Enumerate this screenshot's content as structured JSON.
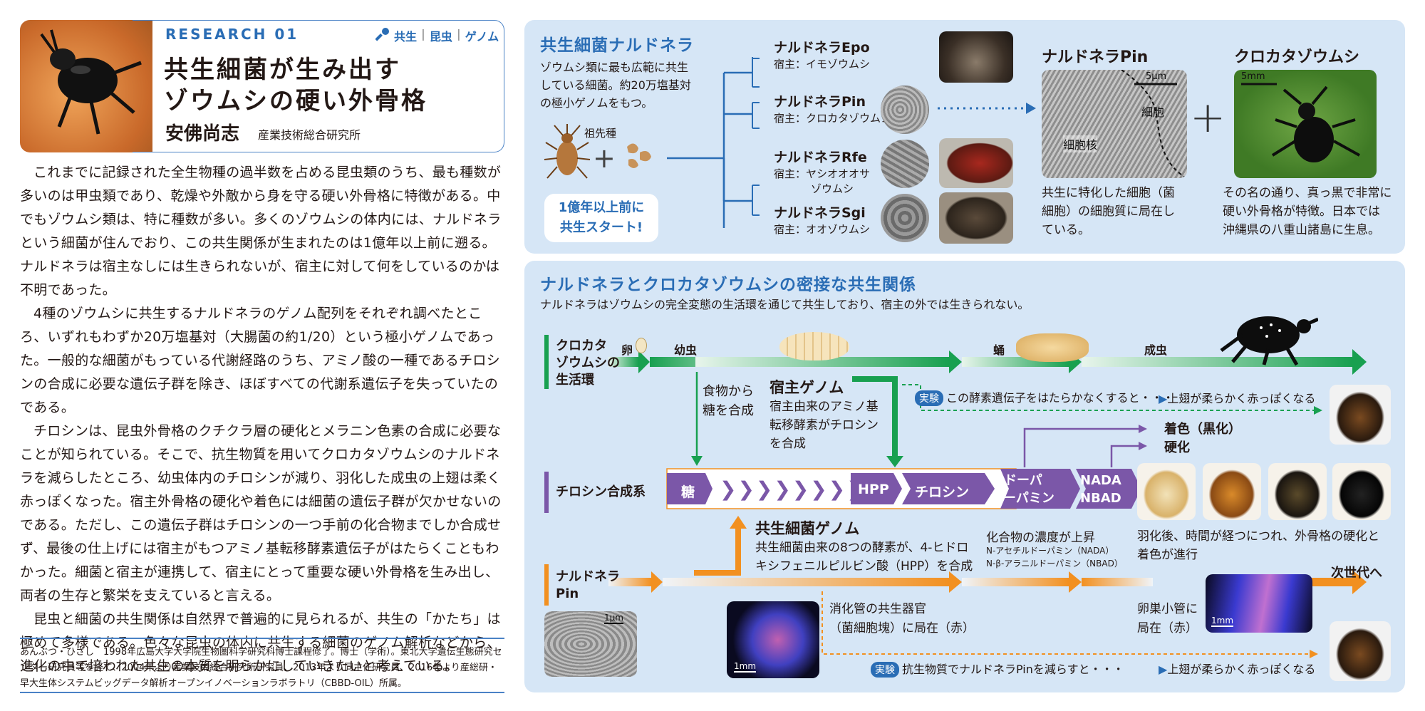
{
  "header": {
    "research_no": "RESEARCH 01",
    "tags": [
      "共生",
      "昆虫",
      "ゲノム"
    ],
    "title_line1": "共生細菌が生み出す",
    "title_line2": "ゾウムシの硬い外骨格",
    "author": "安佛尚志",
    "affiliation": "産業技術総合研究所"
  },
  "body": {
    "p1": "これまでに記録された全生物種の過半数を占める昆虫類のうち、最も種数が多いのは甲虫類であり、乾燥や外敵から身を守る硬い外骨格に特徴がある。中でもゾウムシ類は、特に種数が多い。多くのゾウムシの体内には、ナルドネラという細菌が住んでおり、この共生関係が生まれたのは1億年以上前に遡る。ナルドネラは宿主なしには生きられないが、宿主に対して何をしているのかは不明であった。",
    "p2": "4種のゾウムシに共生するナルドネラのゲノム配列をそれぞれ調べたところ、いずれもわずか20万塩基対（大腸菌の約1/20）という極小ゲノムであった。一般的な細菌がもっている代謝経路のうち、アミノ酸の一種であるチロシンの合成に必要な遺伝子群を除き、ほぼすべての代謝系遺伝子を失っていたのである。",
    "p3": "チロシンは、昆虫外骨格のクチクラ層の硬化とメラニン色素の合成に必要なことが知られている。そこで、抗生物質を用いてクロカタゾウムシのナルドネラを減らしたところ、幼虫体内のチロシンが減り、羽化した成虫の上翅は柔く赤っぽくなった。宿主外骨格の硬化や着色には細菌の遺伝子群が欠かせないのである。ただし、この遺伝子群はチロシンの一つ手前の化合物までしか合成せず、最後の仕上げには宿主がもつアミノ基転移酵素遺伝子がはたらくこともわかった。細菌と宿主が連携して、宿主にとって重要な硬い外骨格を生み出し、両者の生存と繁栄を支えていると言える。",
    "p4": "昆虫と細菌の共生関係は自然界で普遍的に見られるが、共生の「かたち」は極めて多様である。色々な昆虫の体内に共生する細菌のゲノム解析などから、進化の中で培われた共生の本質を明らかにしていきたいと考えている。"
  },
  "bio": "あんぶつ・ひさし　1998年広島大学大学院生物圏科学研究科博士課程修了。博士（学術）。東北大学遺伝生態研究センター研究員等を経て、2004年より産業技術総合研究所研究員、2013年より同主任研究員、2016年より産総研・早大生体システムビッグデータ解析オープンイノベーションラボラトリ（CBBD-OIL）所属。",
  "top_panel": {
    "title": "共生細菌ナルドネラ",
    "desc": [
      "ゾウムシ類に最も広範に共生",
      "している細菌。約20万塩基対",
      "の極小ゲノムをもつ。"
    ],
    "ancestor": "祖先種",
    "start_line1": "1億年以上前に",
    "start_line2": "共生スタート!",
    "species": [
      {
        "name": "ナルドネラEpo",
        "host": "宿主：イモゾウムシ"
      },
      {
        "name": "ナルドネラPin",
        "host": "宿主：クロカタゾウムシ"
      },
      {
        "name": "ナルドネラRfe",
        "host": "宿主：ヤシオオオサ",
        "host2": "ゾウムシ"
      },
      {
        "name": "ナルドネラSgi",
        "host": "宿主：オオゾウムシ"
      }
    ],
    "pin_title": "ナルドネラPin",
    "pin_scale": "5μm",
    "pin_label_cell": "細胞",
    "pin_label_nucleus": "細胞核",
    "pin_desc": [
      "共生に特化した細胞（菌",
      "細胞）の細胞質に局在し",
      "ている。"
    ],
    "kuro_title": "クロカタゾウムシ",
    "kuro_scale": "5mm",
    "kuro_desc": [
      "その名の通り、真っ黒で非常に",
      "硬い外骨格が特徴。日本では",
      "沖縄県の八重山諸島に生息。"
    ]
  },
  "bottom_panel": {
    "title": "ナルドネラとクロカタゾウムシの密接な共生関係",
    "subtitle": "ナルドネラはゾウムシの完全変態の生活環を通じて共生しており、宿主の外では生きられない。",
    "lifecycle_label": [
      "クロカタ",
      "ゾウムシの",
      "生活環"
    ],
    "egg": "卵",
    "larva": "幼虫",
    "pupa": "蛹",
    "adult": "成虫",
    "food_sugar": [
      "食物から",
      "糖を合成"
    ],
    "host_genome": "宿主ゲノム",
    "host_genome_desc": [
      "宿主由来のアミノ基",
      "転移酵素がチロシン",
      "を合成"
    ],
    "jikken": "実験",
    "exp1": "この酵素遺伝子をはたらかなくすると・・・",
    "result1": "上翅が柔らかく赤っぽくなる",
    "color": "着色（黒化）",
    "harden": "硬化",
    "tyrosine_system": "チロシン合成系",
    "sugar": "糖",
    "hpp": "HPP",
    "tyrosine": "チロシン",
    "ldopa": [
      "L-ドーパ",
      "ドーパミン"
    ],
    "nada": [
      "NADA",
      "NBAD"
    ],
    "sym_genome": "共生細菌ゲノム",
    "sym_genome_desc": [
      "共生細菌由来の8つの酵素が、4-ヒドロ",
      "キシフェニルピルビン酸（HPP）を合成"
    ],
    "conc_up": "化合物の濃度が上昇",
    "nada_full": "N-アセチルドーパミン（NADA）",
    "nbad_full": "N-β-アラニルドーパミン（NBAD）",
    "after_eclosion": [
      "羽化後、時間が経つにつれ、外骨格の硬化と",
      "着色が進行"
    ],
    "nardonella_label": [
      "ナルドネラ",
      "Pin"
    ],
    "next_gen": "次世代へ",
    "scale_1um": "1μm",
    "scale_1mm": "1mm",
    "gut_organ": [
      "消化管の共生器官",
      "（菌細胞塊）に局在（赤）"
    ],
    "ovary": [
      "卵巣小管に",
      "局在（赤）"
    ],
    "exp2": "抗生物質でナルドネラPinを減らすと・・・",
    "result2": "上翅が柔らかく赤っぽくなる"
  }
}
